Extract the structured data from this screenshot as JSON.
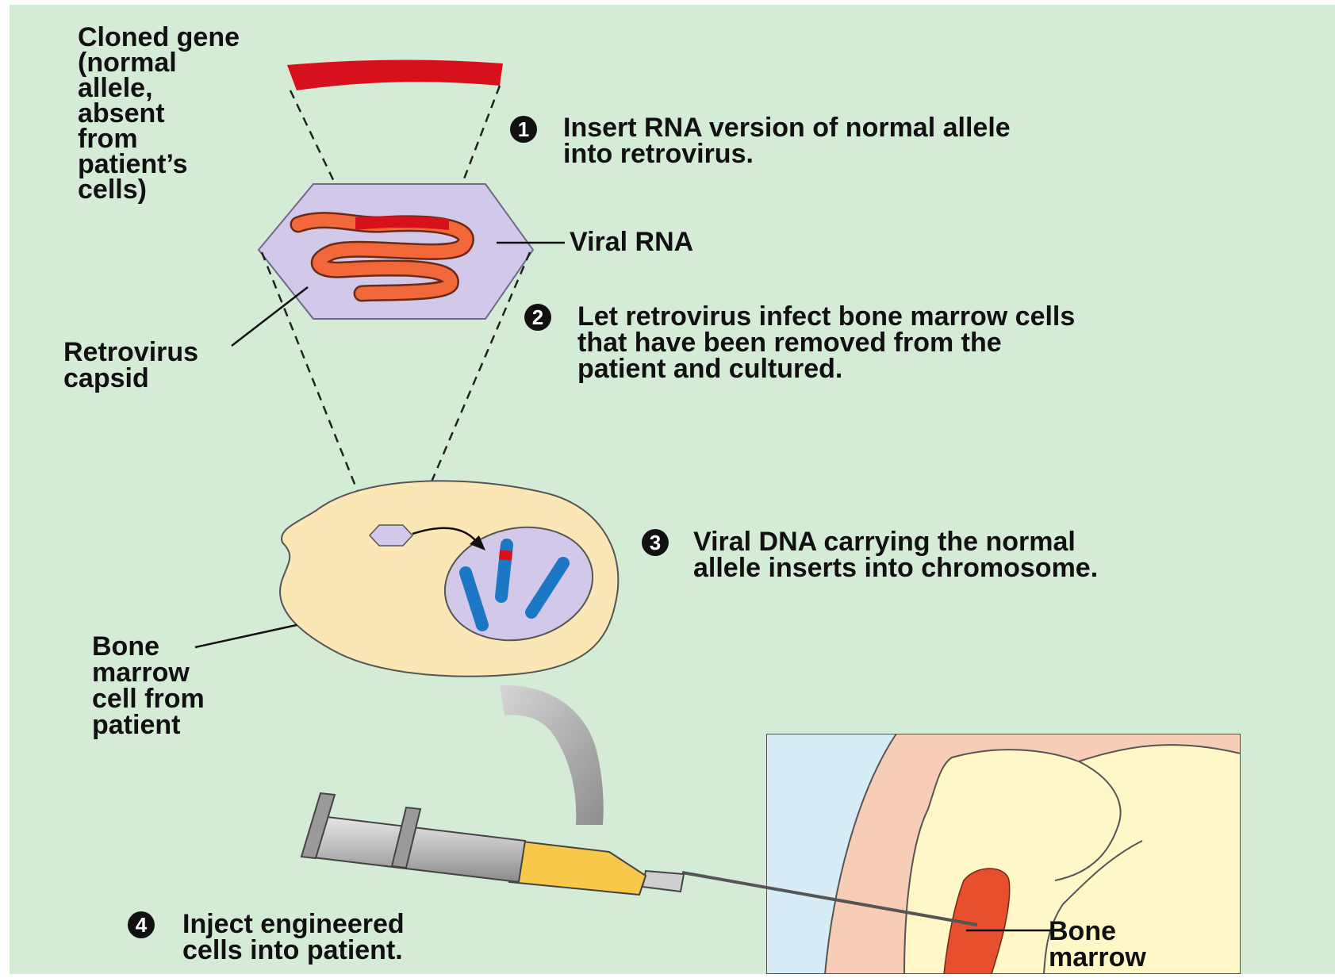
{
  "labels": {
    "cloned_gene": [
      "Cloned gene",
      "(normal",
      "allele,",
      "absent",
      "from",
      "patient’s",
      "cells)"
    ],
    "viral_rna": "Viral RNA",
    "retrovirus_capsid": [
      "Retrovirus",
      "capsid"
    ],
    "bone_marrow_cell": [
      "Bone",
      "marrow",
      "cell from",
      "patient"
    ],
    "bone_marrow": [
      "Bone",
      "marrow"
    ]
  },
  "steps": [
    {
      "number": "1",
      "lines": [
        "Insert RNA version of normal allele",
        "into retrovirus."
      ]
    },
    {
      "number": "2",
      "lines": [
        "Let retrovirus infect bone marrow cells",
        "that have been removed from the",
        "patient and cultured."
      ]
    },
    {
      "number": "3",
      "lines": [
        "Viral DNA carrying the normal",
        "allele inserts into chromosome."
      ]
    },
    {
      "number": "4",
      "lines": [
        "Inject engineered",
        "cells into patient."
      ]
    }
  ],
  "colors": {
    "background": "#d4ebd6",
    "gene_red": "#d7111b",
    "viral_rna_orange": "#f2683a",
    "capsid_lavender": "#d1c8ea",
    "cell_yellow": "#fbe7b5",
    "chromosome_blue": "#1c78c4",
    "syringe_yellow": "#f7c84a",
    "marrow_red": "#e8502d",
    "inset_blue": "#d8ecf5",
    "inset_skin": "#f7cdb8",
    "inset_bone": "#fff7c8"
  }
}
